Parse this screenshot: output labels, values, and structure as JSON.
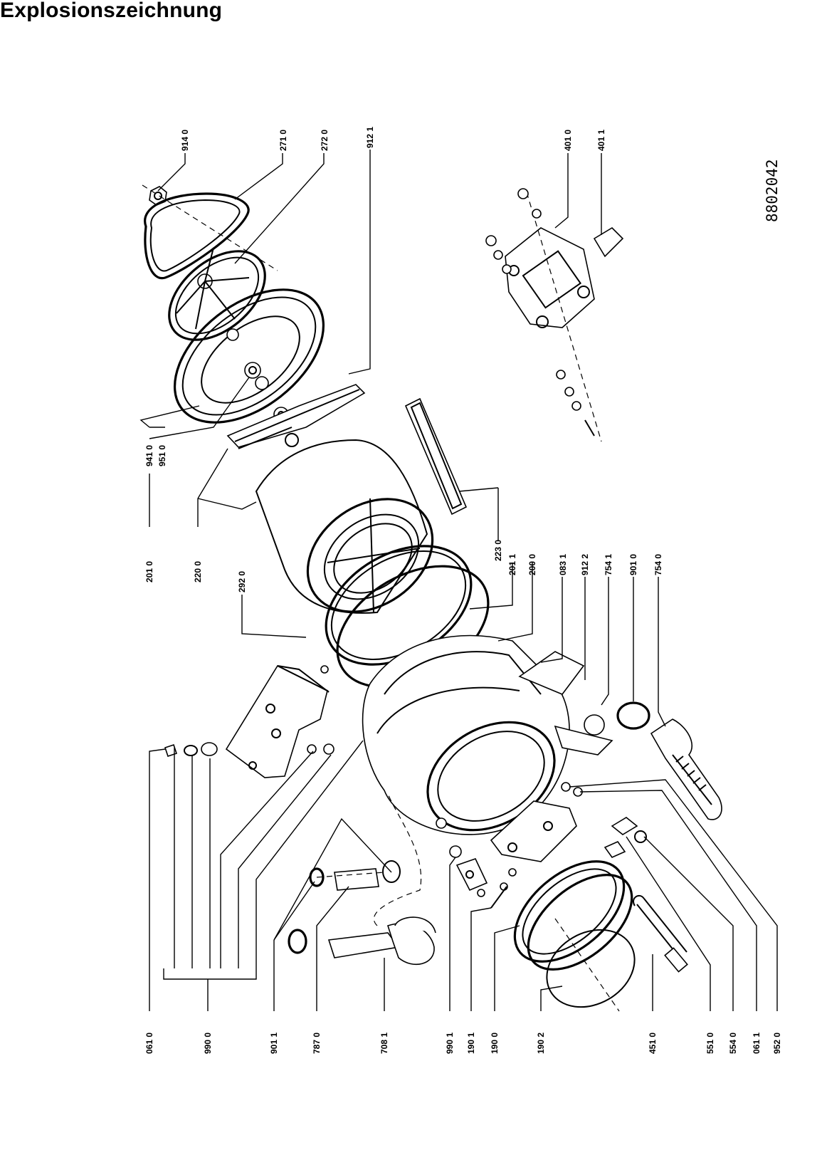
{
  "title": "Explosionszeichnung",
  "drawing_number": "8802042",
  "part_labels": {
    "p9140": "914 0",
    "p2710": "271 0",
    "p2720": "272 0",
    "p9121": "912 1",
    "p4010": "401 0",
    "p4011": "401 1",
    "p9410": "941 0",
    "p9510": "951 0",
    "p2010": "201 0",
    "p2200": "220 0",
    "p2920": "292 0",
    "p2230": "223 0",
    "p2011": "201 1",
    "p2000": "200 0",
    "p0831": "083 1",
    "p9122": "912 2",
    "p7541": "754 1",
    "p9010": "901 0",
    "p7540": "754 0",
    "p0610": "061 0",
    "p9900": "990 0",
    "p9011": "901 1",
    "p7870": "787 0",
    "p7081": "708 1",
    "p9901": "990 1",
    "p1901": "190 1",
    "p1900": "190 0",
    "p1902": "190 2",
    "p4510": "451 0",
    "p5510": "551 0",
    "p5540": "554 0",
    "p0611": "061 1",
    "p9520": "952 0"
  }
}
